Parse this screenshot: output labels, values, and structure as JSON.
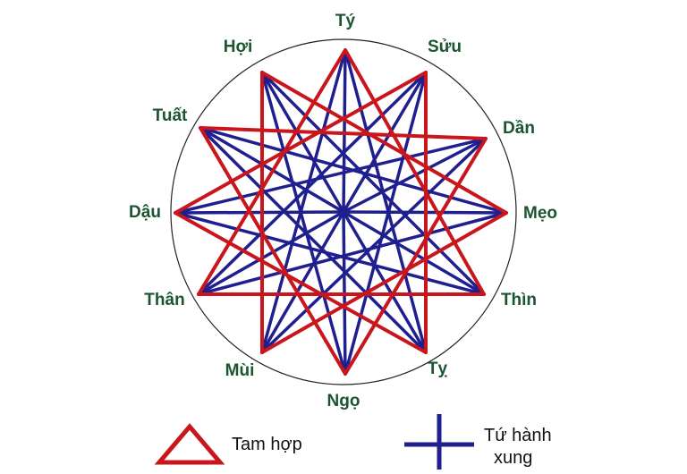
{
  "branches": [
    "Tý",
    "Sửu",
    "Dần",
    "Mẹo",
    "Thìn",
    "Tỵ",
    "Ngọ",
    "Mùi",
    "Thân",
    "Dậu",
    "Tuất",
    "Hợi"
  ],
  "legend": {
    "tam_hop_label": "Tam hợp",
    "tu_hanh_xung_line1": "Tứ hành",
    "tu_hanh_xung_line2": "xung"
  },
  "colors": {
    "tam_hop": "#c8161c",
    "tu_hanh_xung": "#1f1f8f",
    "label": "#1a5530",
    "circle": "#222222",
    "legend_text": "#111111"
  }
}
